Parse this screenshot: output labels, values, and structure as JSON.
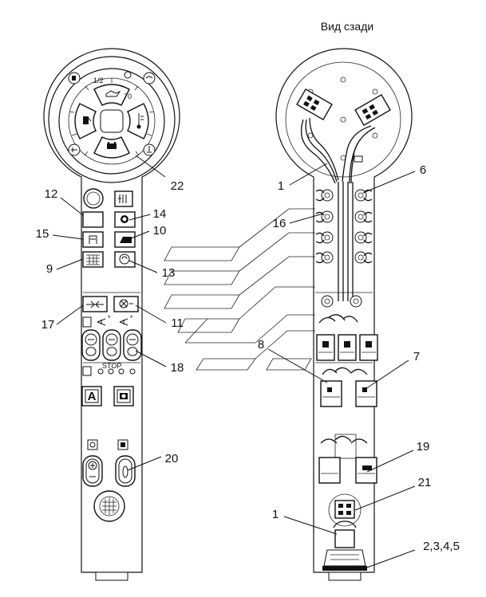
{
  "title": "Вид сзади",
  "callouts": [
    {
      "id": "c22",
      "text": "22"
    },
    {
      "id": "c12",
      "text": "12"
    },
    {
      "id": "c14",
      "text": "14"
    },
    {
      "id": "c15",
      "text": "15"
    },
    {
      "id": "c10",
      "text": "10"
    },
    {
      "id": "c9",
      "text": "9"
    },
    {
      "id": "c13",
      "text": "13"
    },
    {
      "id": "c17",
      "text": "17"
    },
    {
      "id": "c11",
      "text": "11"
    },
    {
      "id": "c18",
      "text": "18"
    },
    {
      "id": "c20",
      "text": "20"
    },
    {
      "id": "c1a",
      "text": "1"
    },
    {
      "id": "c6",
      "text": "6"
    },
    {
      "id": "c16",
      "text": "16"
    },
    {
      "id": "c8",
      "text": "8"
    },
    {
      "id": "c7",
      "text": "7"
    },
    {
      "id": "c19",
      "text": "19"
    },
    {
      "id": "c21",
      "text": "21"
    },
    {
      "id": "c1b",
      "text": "1"
    },
    {
      "id": "c2345",
      "text": "2,3,4,5"
    }
  ],
  "button_letters": {
    "auto": "A"
  },
  "icons": [
    "fuel-icon",
    "oil-can-icon",
    "battery-icon",
    "temperature-icon",
    "headlight-icon",
    "gear-icon",
    "wiper-icon",
    "horn-icon",
    "hazard-icon",
    "fan-icon"
  ]
}
